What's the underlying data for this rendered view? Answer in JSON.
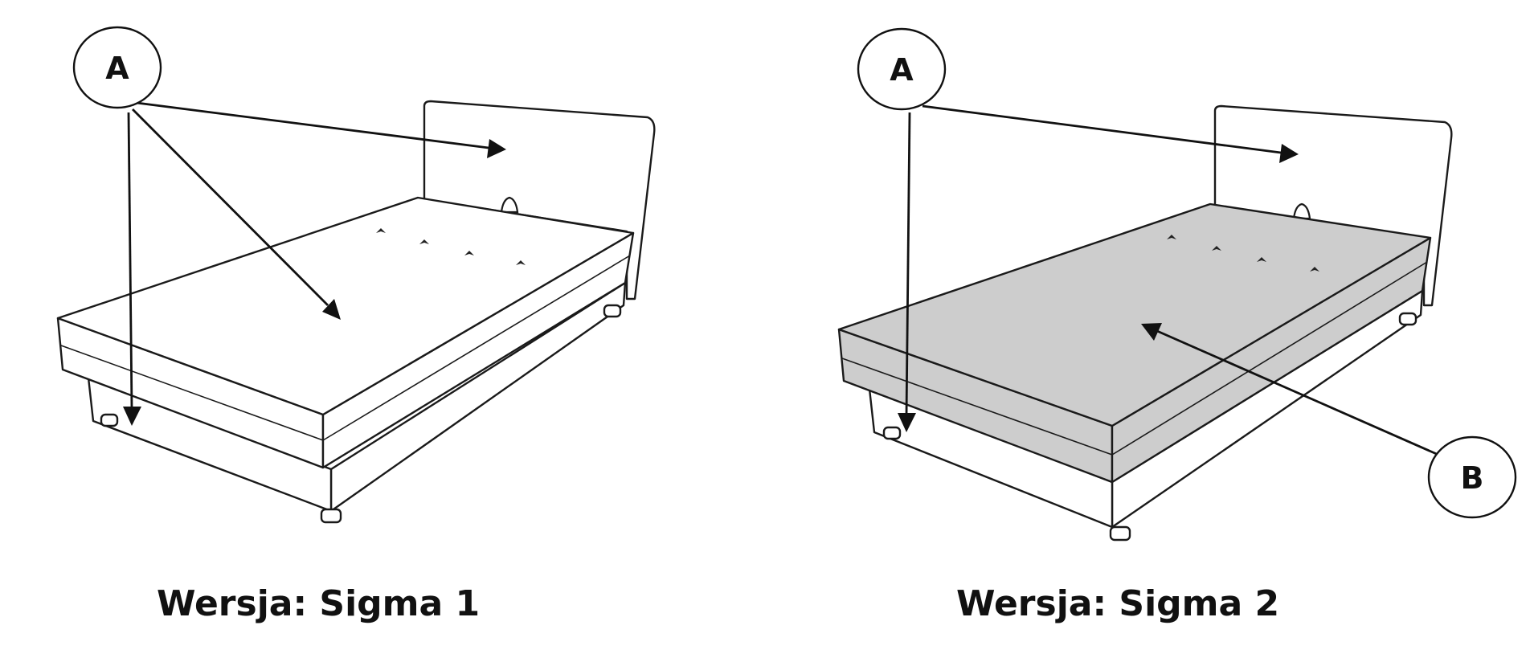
{
  "panels": [
    {
      "caption": "Wersja: Sigma 1",
      "callouts": [
        "A"
      ],
      "mattress_color": "#ffffff"
    },
    {
      "caption": "Wersja: Sigma 2",
      "callouts": [
        "A",
        "B"
      ],
      "mattress_color": "#cdcdcd"
    }
  ],
  "colors": {
    "line": "#1a1a1a",
    "highlight": "#cdcdcd",
    "background": "#ffffff"
  }
}
